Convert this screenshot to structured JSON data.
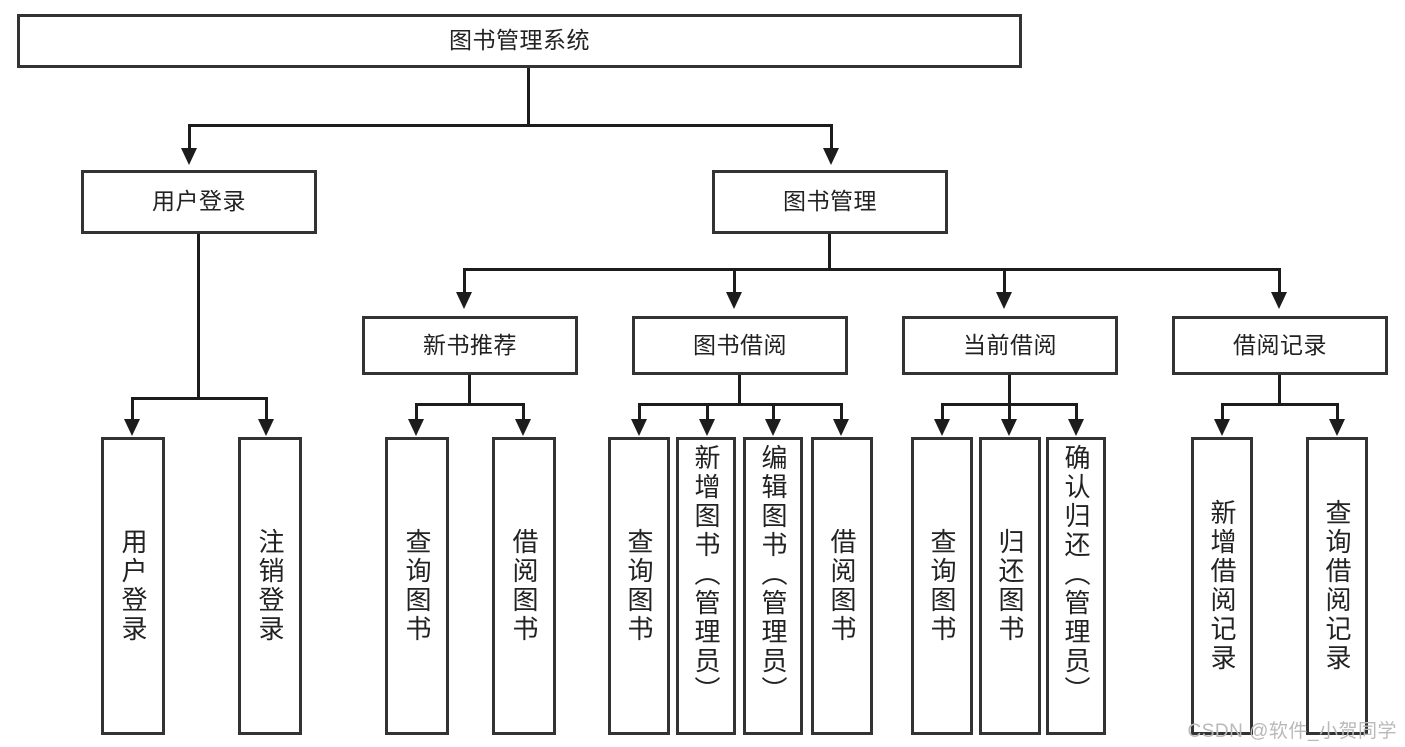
{
  "diagram": {
    "type": "tree",
    "title": "图书管理系统",
    "watermark": "CSDN @软件_小贺同学",
    "root": {
      "id": "root",
      "label": "图书管理系统"
    },
    "level2": [
      {
        "id": "user-login",
        "label": "用户登录"
      },
      {
        "id": "book-manage",
        "label": "图书管理"
      }
    ],
    "level3": [
      {
        "id": "new-book-recommend",
        "label": "新书推荐"
      },
      {
        "id": "book-borrow",
        "label": "图书借阅"
      },
      {
        "id": "current-borrow",
        "label": "当前借阅"
      },
      {
        "id": "borrow-record",
        "label": "借阅记录"
      }
    ],
    "leaves": {
      "user_login": [
        {
          "id": "leaf-user-login",
          "label": "用户登录"
        },
        {
          "id": "leaf-logout-login",
          "label": "注销登录"
        }
      ],
      "new_book_recommend": [
        {
          "id": "leaf-query-book-1",
          "label": "查询图书"
        },
        {
          "id": "leaf-borrow-book-1",
          "label": "借阅图书"
        }
      ],
      "book_borrow": [
        {
          "id": "leaf-query-book-2",
          "label": "查询图书"
        },
        {
          "id": "leaf-add-book",
          "label": "新增图书（管理员）"
        },
        {
          "id": "leaf-edit-book",
          "label": "编辑图书（管理员）"
        },
        {
          "id": "leaf-borrow-book-2",
          "label": "借阅图书"
        }
      ],
      "current_borrow": [
        {
          "id": "leaf-query-book-3",
          "label": "查询图书"
        },
        {
          "id": "leaf-return-book",
          "label": "归还图书"
        },
        {
          "id": "leaf-confirm-return",
          "label": "确认归还（管理员）"
        }
      ],
      "borrow_record": [
        {
          "id": "leaf-add-record",
          "label": "新增借阅记录"
        },
        {
          "id": "leaf-query-record",
          "label": "查询借阅记录"
        }
      ]
    }
  },
  "colors": {
    "box_border": "#333333",
    "line": "#1c1c1c",
    "text": "#222222",
    "background": "#ffffff",
    "watermark": "#b9b9b9"
  }
}
